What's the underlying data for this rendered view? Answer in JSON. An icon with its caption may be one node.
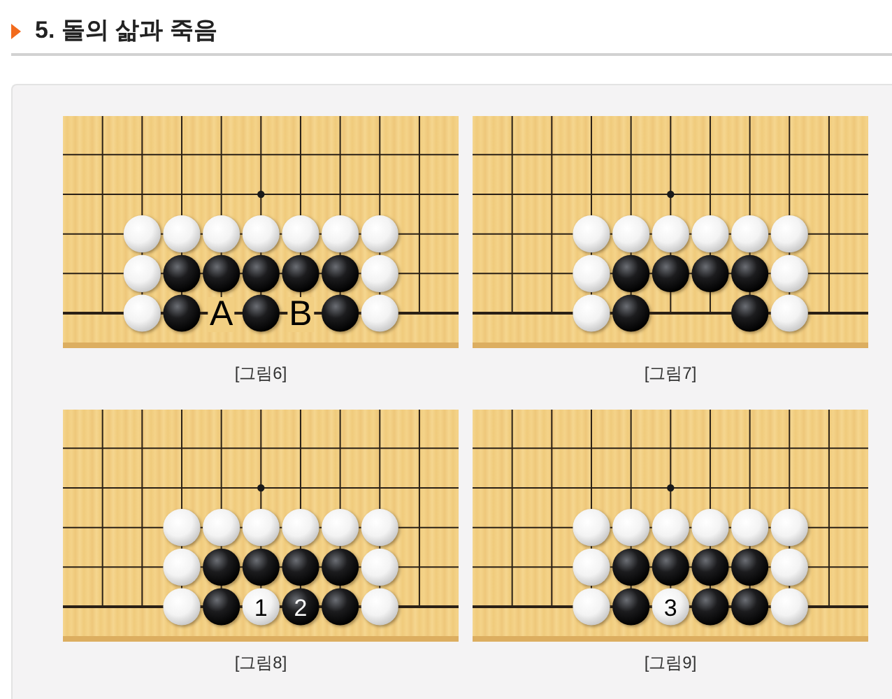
{
  "diagram": {
    "title": "5. 돌의 삶과 죽음",
    "nodes": [
      {
        "text": [],
        "shape": "box"
      },
      {
        "text": [
          "A",
          "B"
        ],
        "in": 0,
        "beside": [
          "[그림6]"
        ]
      },
      {
        "text": [],
        "shape": "picture",
        "in": 0,
        "beside": [
          "[그림7]"
        ]
      },
      {
        "text": [
          "1",
          "2"
        ],
        "in": 0,
        "beside": [
          "[그림8]"
        ]
      },
      {
        "text": [
          "3"
        ],
        "in": 0,
        "beside": [
          "[그림9]"
        ]
      }
    ]
  }
}
